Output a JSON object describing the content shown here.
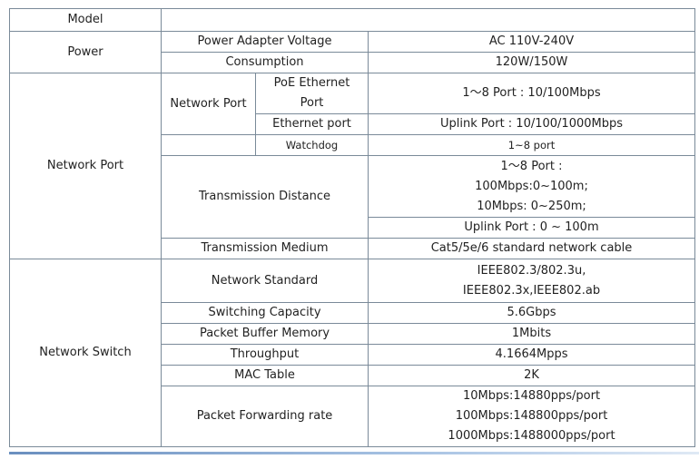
{
  "model": {
    "label": "Model",
    "value": ""
  },
  "power": {
    "label": "Power",
    "adapter_voltage": {
      "label": "Power Adapter Voltage",
      "value": "AC 110V-240V"
    },
    "consumption": {
      "label": "Consumption",
      "value": "120W/150W"
    }
  },
  "network_port": {
    "label": "Network Port",
    "sub_label": "Network Port",
    "poe_ethernet": {
      "label_lines": [
        "PoE Ethernet",
        "Port"
      ],
      "value": "1～8 Port : 10/100Mbps"
    },
    "ethernet_port": {
      "label": "Ethernet port",
      "value": "Uplink Port : 10/100/1000Mbps"
    },
    "watchdog": {
      "label": "Watchdog",
      "value": "1~8 port"
    },
    "transmission_distance": {
      "label": "Transmission Distance",
      "value_lines": [
        "1～8 Port :",
        "100Mbps:0~100m;",
        "10Mbps: 0~250m;"
      ],
      "uplink_value": "Uplink Port : 0 ~ 100m"
    },
    "transmission_medium": {
      "label": "Transmission Medium",
      "value": "Cat5/5e/6 standard network cable"
    }
  },
  "network_switch": {
    "label": "Network Switch",
    "network_standard": {
      "label": "Network Standard",
      "value_lines": [
        "IEEE802.3/802.3u,",
        "IEEE802.3x,IEEE802.ab"
      ]
    },
    "switching_capacity": {
      "label": "Switching Capacity",
      "value": "5.6Gbps"
    },
    "packet_buffer_memory": {
      "label": "Packet Buffer Memory",
      "value": "1Mbits"
    },
    "throughput": {
      "label": "Throughput",
      "value": "4.1664Mpps"
    },
    "mac_table": {
      "label": "MAC Table",
      "value": "2K"
    },
    "packet_forwarding_rate": {
      "label": "Packet Forwarding rate",
      "value_lines": [
        "10Mbps:14880pps/port",
        "100Mbps:148800pps/port",
        "1000Mbps:1488000pps/port"
      ]
    }
  },
  "colors": {
    "border": "#7a8a99",
    "rule": "#6a8fbf"
  }
}
